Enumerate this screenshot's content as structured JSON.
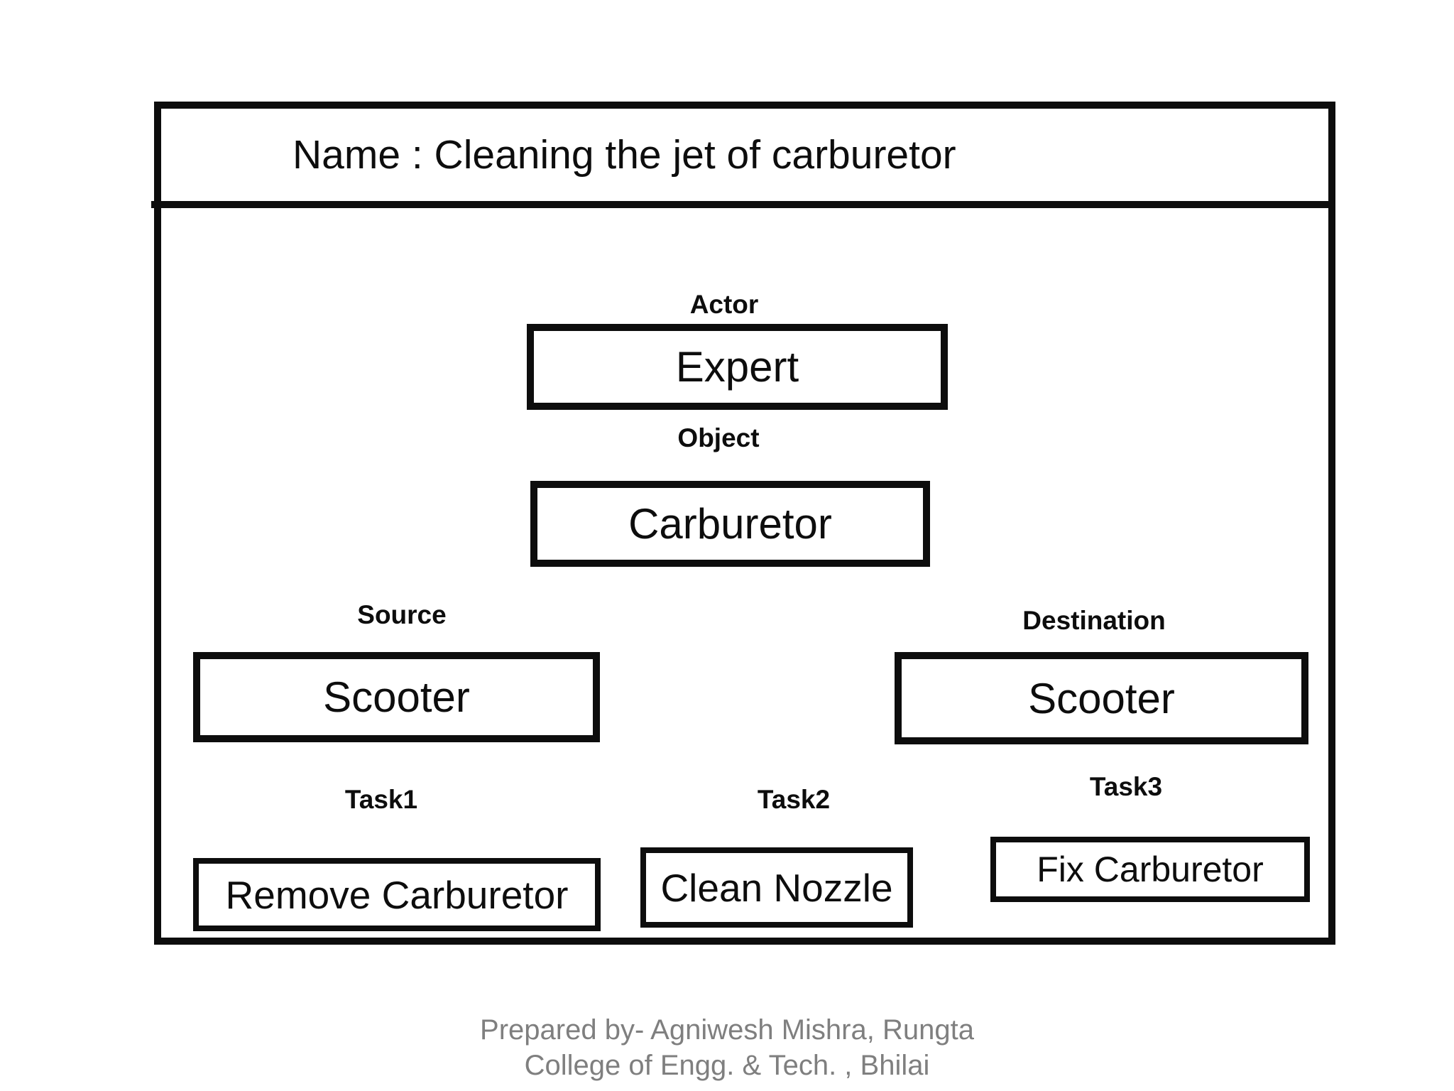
{
  "slide": {
    "title": "Name : Cleaning the jet of carburetor",
    "entities": [
      {
        "label": "Actor",
        "value": "Expert"
      },
      {
        "label": "Object",
        "value": "Carburetor"
      },
      {
        "label": "Source",
        "value": "Scooter"
      },
      {
        "label": "Destination",
        "value": "Scooter"
      },
      {
        "label": "Task1",
        "value": "Remove Carburetor"
      },
      {
        "label": "Task2",
        "value": "Clean Nozzle"
      },
      {
        "label": "Task3",
        "value": "Fix Carburetor"
      }
    ],
    "footer": {
      "line1": "Prepared by- Agniwesh Mishra, Rungta",
      "line2": "College of Engg. & Tech. , Bhilai"
    },
    "colors": {
      "ink": "#0d0d0d",
      "footer_gray": "#7f7f7f",
      "background": "#ffffff"
    }
  }
}
